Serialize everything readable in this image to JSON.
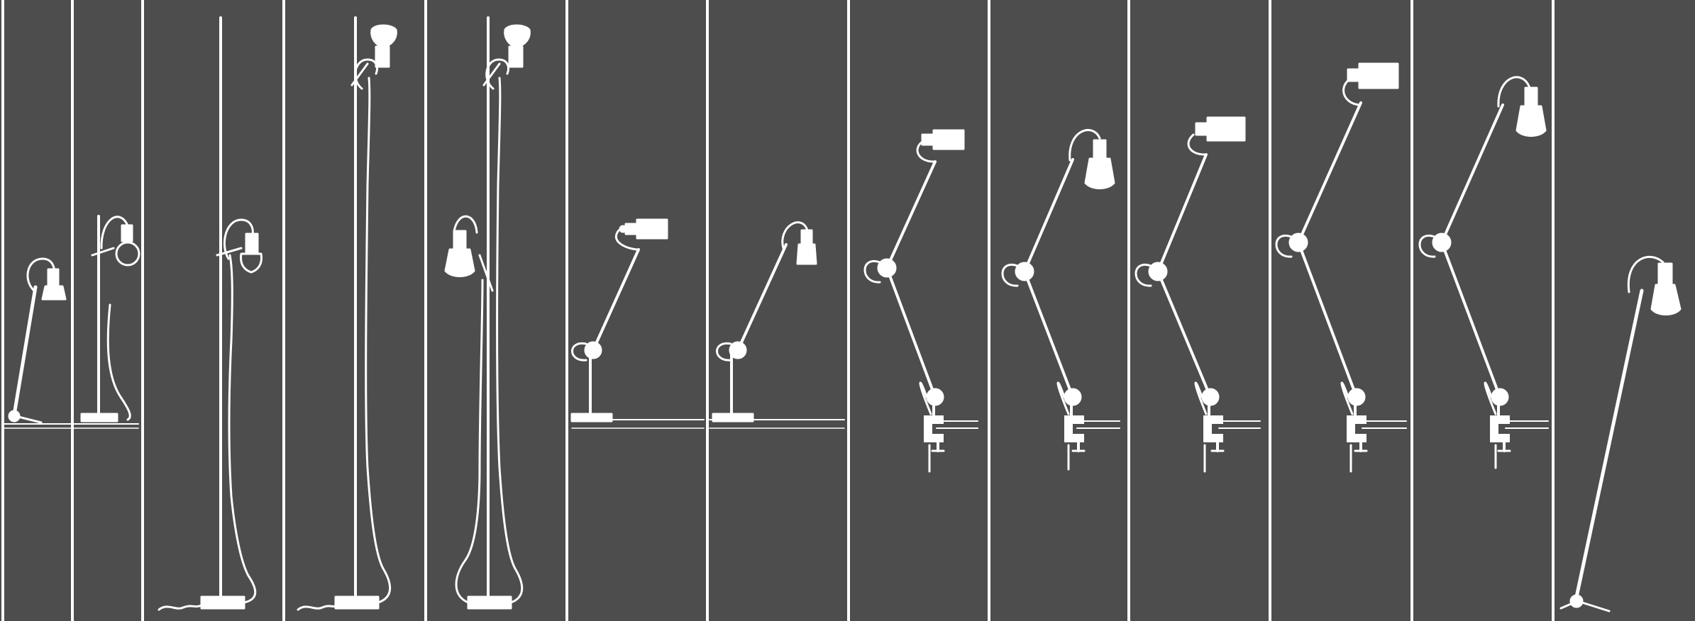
{
  "colors": {
    "background": "#4d4d4d",
    "line": "#ffffff"
  },
  "panels": [
    {
      "variant": "desk-angled-lamp-with-globe-bulb"
    },
    {
      "variant": "tall-stand-with-bare-bulb"
    },
    {
      "variant": "floor-pole-with-side-bulb"
    },
    {
      "variant": "floor-pole-with-top-reflector"
    },
    {
      "variant": "floor-pole-with-side-and-top-reflectors"
    },
    {
      "variant": "desk-arm-with-box-shade"
    },
    {
      "variant": "desk-arm-with-small-spot"
    },
    {
      "variant": "clamp-arm-with-box-shade"
    },
    {
      "variant": "clamp-arm-with-reflector"
    },
    {
      "variant": "clamp-arm-with-box-shade-tall"
    },
    {
      "variant": "clamp-arm-with-box-shade-extended"
    },
    {
      "variant": "clamp-arm-with-reflector-extended"
    },
    {
      "variant": "floor-angled-lamp-with-reflector"
    }
  ]
}
